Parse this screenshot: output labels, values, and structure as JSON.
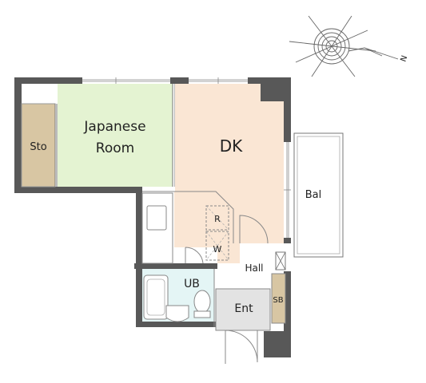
{
  "rooms": {
    "storage": "Sto",
    "japanese_line1": "Japanese",
    "japanese_line2": "Room",
    "dining_kitchen": "DK",
    "balcony": "Bal",
    "refrigerator": "R",
    "washer": "W",
    "hall": "Hall",
    "unit_bath": "UB",
    "entrance": "Ent",
    "shoe_box": "SB"
  },
  "compass": {
    "north": "N"
  },
  "colors": {
    "wall": "#585858",
    "japanese_room": "#e4f3d2",
    "dk": "#fae6d4",
    "storage": "#d8c6a3",
    "shoe_box": "#d8c6a3",
    "unit_bath": "#e4f5f5",
    "entrance": "#e3e3e3",
    "balcony": "#ffffff"
  }
}
